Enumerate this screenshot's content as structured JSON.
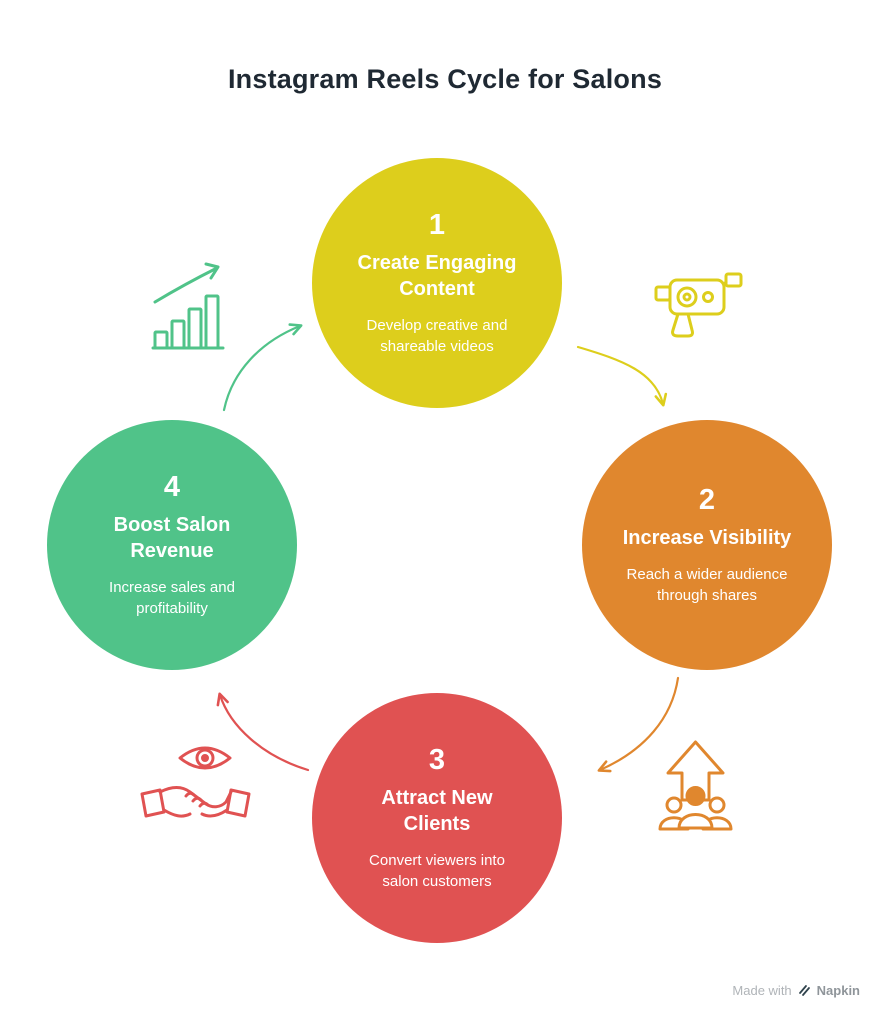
{
  "title": "Instagram Reels Cycle for Salons",
  "steps": [
    {
      "number": "1",
      "title": "Create Engaging Content",
      "description": "Develop creative and shareable videos",
      "color": "#ddce1c"
    },
    {
      "number": "2",
      "title": "Increase Visibility",
      "description": "Reach a wider audience through shares",
      "color": "#e0872e"
    },
    {
      "number": "3",
      "title": "Attract New Clients",
      "description": "Convert viewers into salon customers",
      "color": "#e05252"
    },
    {
      "number": "4",
      "title": "Boost Salon Revenue",
      "description": "Increase sales and profitability",
      "color": "#50c389"
    }
  ],
  "connections": [
    {
      "from": "1",
      "to": "2"
    },
    {
      "from": "2",
      "to": "3"
    },
    {
      "from": "3",
      "to": "4"
    },
    {
      "from": "4",
      "to": "1"
    }
  ],
  "icons": [
    "growth-chart-icon",
    "video-camera-icon",
    "people-up-arrow-icon",
    "eye-handshake-icon"
  ],
  "footer": {
    "made_with": "Made with",
    "brand": "Napkin"
  }
}
